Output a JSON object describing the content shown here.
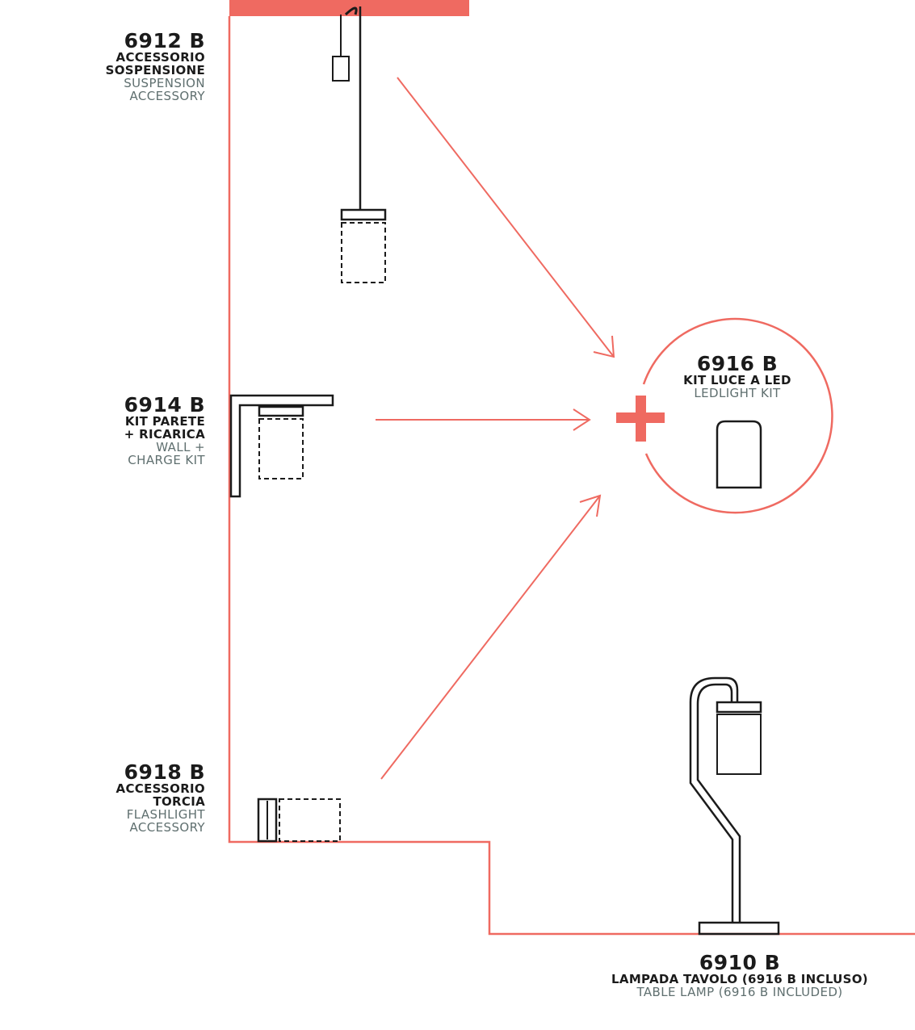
{
  "colors": {
    "accent": "#ef6a61",
    "ink": "#1b1b1b",
    "muted": "#5f6f6f"
  },
  "items": {
    "suspension": {
      "code": "6912 B",
      "it1": "ACCESSORIO",
      "it2": "SOSPENSIONE",
      "en1": "SUSPENSION",
      "en2": "ACCESSORY"
    },
    "wall": {
      "code": "6914 B",
      "it1": "KIT PARETE",
      "it2": "+ RICARICA",
      "en1": "WALL +",
      "en2": "CHARGE KIT"
    },
    "flashlight": {
      "code": "6918 B",
      "it1": "ACCESSORIO",
      "it2": "TORCIA",
      "en1": "FLASHLIGHT",
      "en2": "ACCESSORY"
    },
    "ledkit": {
      "code": "6916 B",
      "it1": "KIT LUCE A LED",
      "en1": "LEDLIGHT KIT"
    },
    "tablelamp": {
      "code": "6910 B",
      "it1": "LAMPADA TAVOLO (6916 B INCLUSO)",
      "en1": "TABLE LAMP (6916 B INCLUDED)"
    }
  }
}
